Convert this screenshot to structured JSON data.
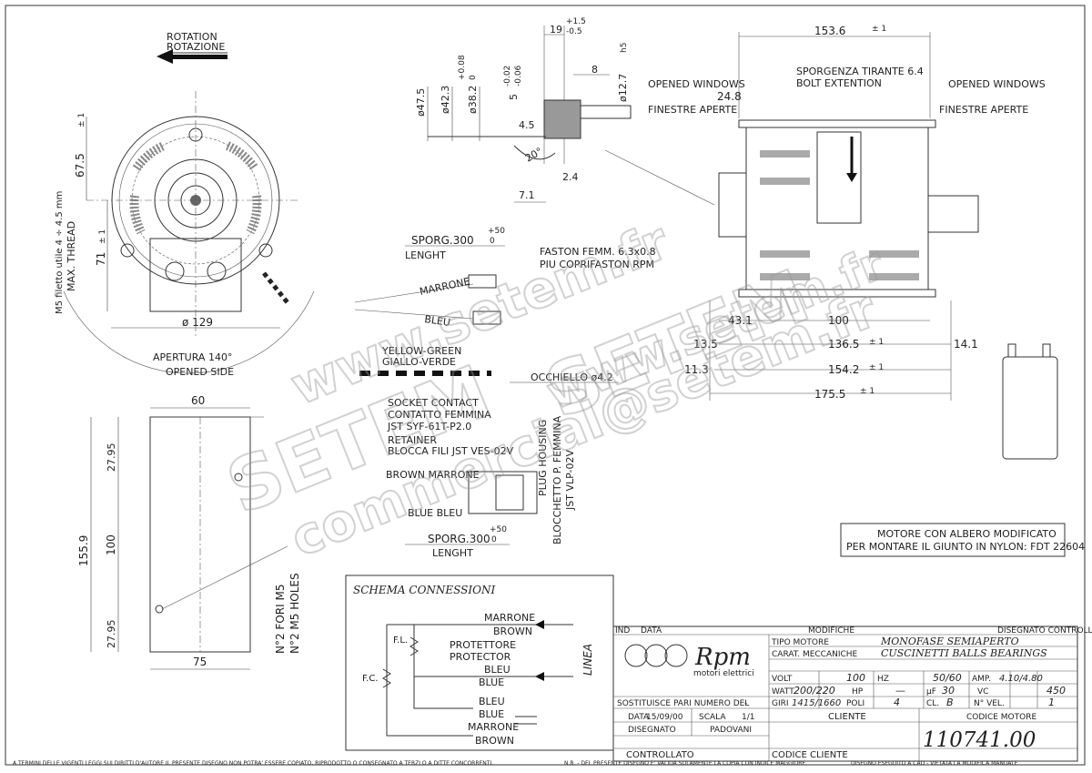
{
  "top_view": {
    "rotation_en": "ROTATION",
    "rotation_it": "ROTAZIONE",
    "thread_it": "M5 filetto utile 4 ÷ 4.5 mm",
    "thread_en": "MAX. THREAD",
    "dim_675": "67.5",
    "dim_71": "71",
    "tol_pm1": "± 1",
    "dim_129": "ø 129",
    "opening_it": "APERTURA 140°",
    "opening_en": "OPENED SIDE"
  },
  "shaft_detail": {
    "dim_19": "19",
    "tol_19_a": "+1.5",
    "tol_19_b": "-0.5",
    "dim_8": "8",
    "dim_127": "ø12.7",
    "tol_h5": "h5",
    "dim_475": "ø47.5",
    "dim_423": "ø42.3",
    "dim_382": "ø38.2",
    "tol_382_a": "+0.08",
    "tol_382_b": "0",
    "dim_5": "5",
    "tol_5_a": "-0.02",
    "tol_5_b": "-0.06",
    "dim_45": "4.5",
    "dim_20": "20°",
    "dim_24": "2.4",
    "dim_71": "7.1"
  },
  "side_view": {
    "dim_1536": "153.6",
    "tol_1536": "± 1",
    "bolt_it": "SPORGENZA TIRANTE 6.4",
    "bolt_en": "BOLT EXTENTION",
    "windows_en": "OPENED WINDOWS",
    "windows_it": "FINESTRE APERTE",
    "dim_248": "24.8",
    "dim_43": "43.1",
    "dim_100": "100",
    "dim_135": "13.5",
    "dim_1365": "136.5",
    "dim_141": "14.1",
    "dim_113": "11.3",
    "dim_1542": "154.2",
    "dim_1755": "175.5",
    "tol_pm1": "± 1"
  },
  "cable": {
    "sporg_top": "SPORG.300",
    "tol_sporg_a": "+50",
    "tol_sporg_b": "0",
    "lenght": "LENGHT",
    "faston_1": "FASTON FEMM. 6.3x0.8",
    "faston_2": "PIU COPRIFASTON RPM",
    "marrone": "MARRONE",
    "bleu": "BLEU",
    "yg_en": "YELLOW-GREEN",
    "yg_it": "GIALLO-VERDE",
    "occhiello": "OCCHIELLO ø4.2",
    "socket_en": "SOCKET CONTACT",
    "socket_it": "CONTATTO FEMMINA",
    "socket_code": "JST SYF-61T-P2.0",
    "retainer_en": "RETAINER",
    "retainer_it": "BLOCCA FILI JST VES-02V",
    "brown_marrone": "BROWN MARRONE",
    "blue_bleu": "BLUE BLEU",
    "plug_en": "PLUG HOUSING",
    "plug_it": "BLOCCHETTO P. FEMMINA",
    "plug_code": "JST VLP-02V",
    "sporg_bottom": "SPORG.300",
    "lenght_bottom": "LENGHT"
  },
  "bracket_view": {
    "dim_60": "60",
    "dim_2795_top": "27.95",
    "dim_100": "100",
    "dim_1559": "155.9",
    "dim_2795_bot": "27.95",
    "dim_75": "75",
    "holes_it": "N°2 FORI M5",
    "holes_en": "N°2 M5 HOLES"
  },
  "note_box": {
    "line1": "MOTORE CON ALBERO MODIFICATO",
    "line2": "PER MONTARE IL GIUNTO IN NYLON: FDT 22604"
  },
  "schema": {
    "title": "SCHEMA CONNESSIONI",
    "marrone": "MARRONE",
    "brown": "BROWN",
    "fl": "F.L.",
    "protettore": "PROTETTORE",
    "protector": "PROTECTOR",
    "bleu": "BLEU",
    "blue": "BLUE",
    "fc": "F.C.",
    "linea": "LINEA",
    "bleu2": "BLEU",
    "blue2": "BLUE",
    "marrone2": "MARRONE",
    "brown2": "BROWN"
  },
  "title_block": {
    "ind": "IND",
    "data_h": "DATA",
    "modifiche": "MODIFICHE",
    "disegnato_controllato": "DISEGNATO CONTROLLATO",
    "logo_text": "Rpm",
    "logo_sub": "motori elettrici",
    "tipo_motore_l": "TIPO MOTORE",
    "tipo_motore_v": "MONOFASE SEMIAPERTO",
    "carat_l": "CARAT. MECCANICHE",
    "carat_v": "CUSCINETTI BALLS BEARINGS",
    "volt_l": "VOLT",
    "volt_v": "100",
    "hz_l": "HZ",
    "hz_v": "50/60",
    "amp_l": "AMP.",
    "amp_v": "4.10/4.80",
    "watt_l": "WATT",
    "watt_v": "200/220",
    "hp_l": "HP",
    "hp_v": "—",
    "uf_l": "µF",
    "uf_v": "30",
    "vc_l": "VC",
    "vc_v": "450",
    "giri_l": "GIRI",
    "giri_v": "1415/1660",
    "poli_l": "POLI",
    "poli_v": "4",
    "cl_l": "CL.",
    "cl_v": "B",
    "nvel_l": "N° VEL.",
    "nvel_v": "1",
    "sostituisce": "SOSTITUISCE PARI NUMERO DEL",
    "sostituisce_v": "-",
    "data_l": "DATA",
    "data_v": "15/09/00",
    "scala_l": "SCALA",
    "scala_v": "1/1",
    "cliente": "CLIENTE",
    "codice_motore": "CODICE MOTORE",
    "disegnato": "DISEGNATO",
    "disegnato_v": "PADOVANI",
    "controllato": "CONTROLLATO",
    "codice_cliente": "CODICE CLIENTE",
    "code": "110741.00"
  },
  "footer": {
    "left": "A TERMINI DELLE VIGENTI LEGGI SUI DIRITTI D'AUTORE IL PRESENTE DISEGNO NON POTRA' ESSERE COPIATO, RIPRODOTTO O CONSEGNATO A TERZI O A DITTE CONCORRENTI.",
    "mid": "N.B. - DEL PRESENTE DISEGNO E' VALIDA SOLAMENTE LA COPIA CON INDICE MAGGIORE.",
    "right": "DISEGNO ESEGUITO A CAD - VIETATA LA MODIFICA MANUALE"
  },
  "watermark": {
    "site1": "www.setem.fr",
    "brand1": "SETEM",
    "brand2": "SETEM",
    "site2": "www.setem.fr",
    "email": "commercial@setem.fr"
  }
}
